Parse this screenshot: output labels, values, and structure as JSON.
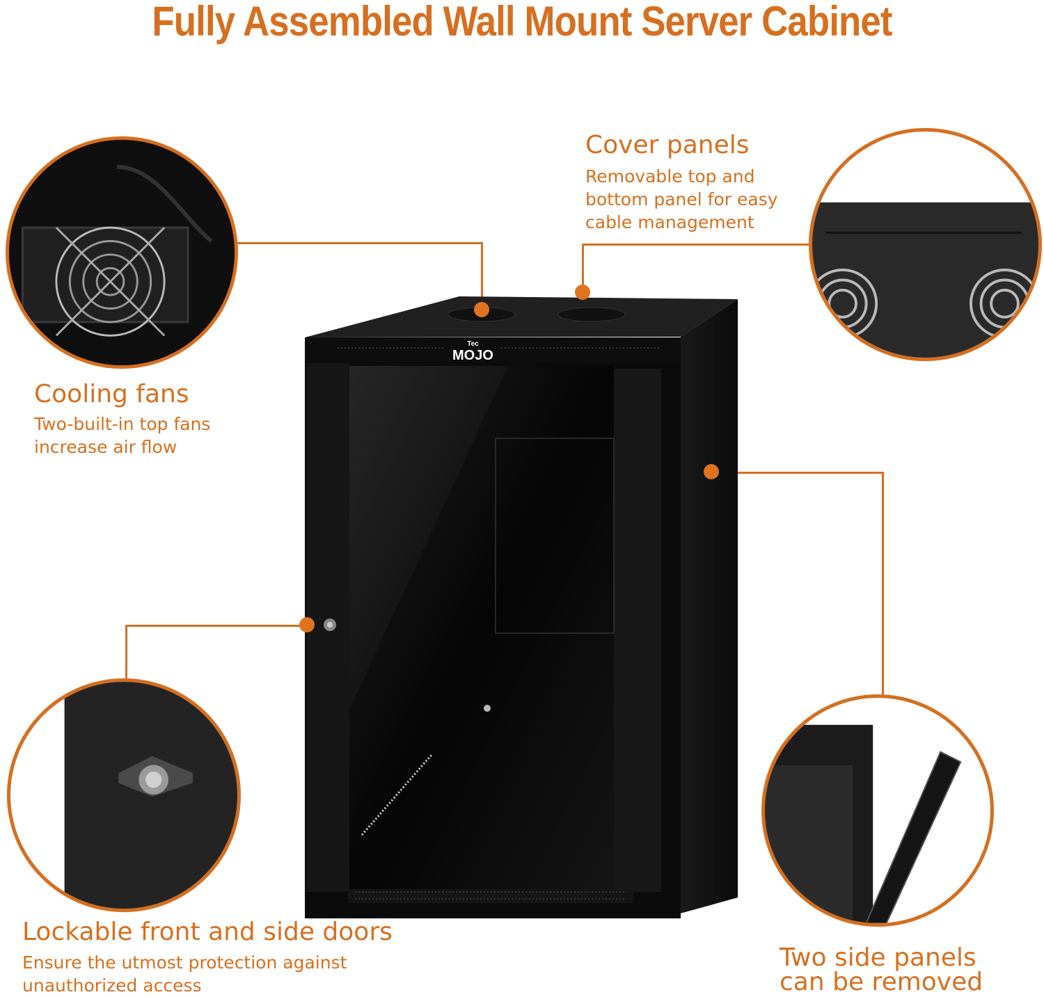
{
  "title": "Fully Assembled Wall Mount Server Cabinet",
  "brand": {
    "top": "Tec",
    "name": "MOJO"
  },
  "colors": {
    "accent": "#d66f1f",
    "cabinet": "#111111"
  },
  "features": {
    "cover": {
      "heading": "Cover panels",
      "lines": [
        "Removable top and",
        "bottom panel for easy",
        "cable management"
      ]
    },
    "cooling": {
      "heading": "Cooling fans",
      "lines": [
        "Two-built-in top fans",
        "increase air flow"
      ]
    },
    "lock": {
      "heading": "Lockable front and side doors",
      "lines": [
        "Ensure the utmost protection against",
        "unauthorized access"
      ]
    },
    "side": {
      "heading": "",
      "lines": [
        "Two side panels",
        "can be removed"
      ]
    }
  }
}
